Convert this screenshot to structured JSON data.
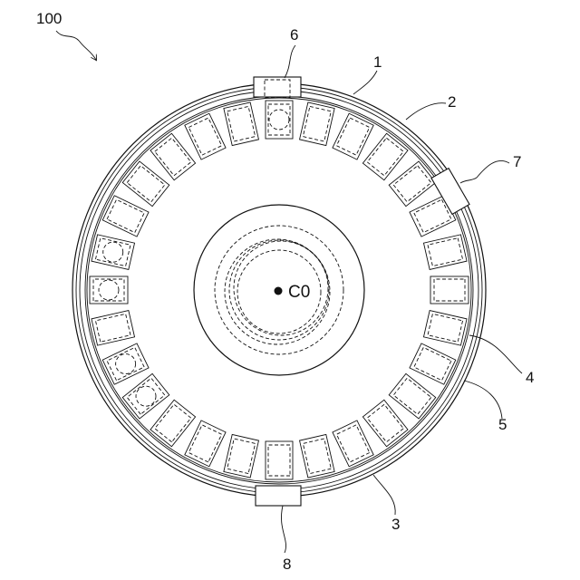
{
  "figure": {
    "figure_label": "100",
    "center_label": "C0",
    "reference_numerals": {
      "n1": "1",
      "n2": "2",
      "n3": "3",
      "n4": "4",
      "n5": "5",
      "n6": "6",
      "n7": "7",
      "n8": "8"
    }
  }
}
